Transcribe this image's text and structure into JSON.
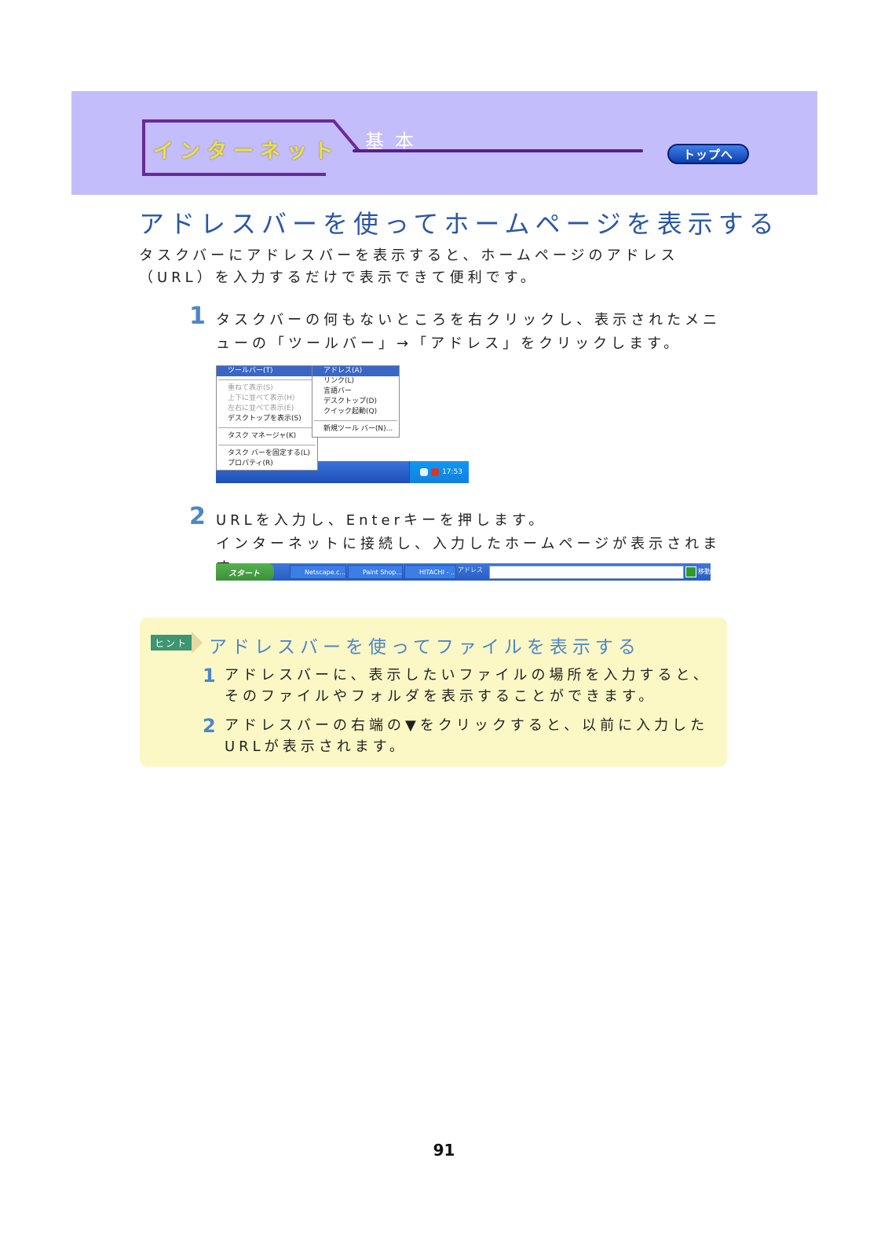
{
  "header": {
    "chapter_title": "インターネット",
    "section_label": "基本",
    "top_button_label": "トップへ"
  },
  "page_title": "アドレスバーを使ってホームページを表示する",
  "intro": "タスクバーにアドレスバーを表示すると、ホームページのアドレス（URL）を入力するだけで表示できて便利です。",
  "steps": [
    {
      "number": "1",
      "text": "タスクバーの何もないところを右クリックし、表示されたメニューの「ツールバー」→「アドレス」をクリックします。"
    },
    {
      "number": "2",
      "text_line1": "URLを入力し、Enterキーを押します。",
      "text_line2": "インターネットに接続し、入力したホームページが表示されます。"
    }
  ],
  "context_menu": {
    "main_items": [
      "ツールバー(T)",
      "重ねて表示(S)",
      "上下に並べて表示(H)",
      "左右に並べて表示(E)",
      "デスクトップを表示(S)",
      "タスク マネージャ(K)",
      "タスク バーを固定する(L)",
      "プロパティ(R)"
    ],
    "sub_items": [
      "アドレス(A)",
      "リンク(L)",
      "言語バー",
      "デスクトップ(D)",
      "クイック起動(Q)",
      "新規ツール バー(N)..."
    ],
    "clock": "17:53"
  },
  "taskbar": {
    "start_label": "スタート",
    "tasks": [
      "Netscape.c...",
      "Paint Shop...",
      "HITACHI - ..."
    ],
    "address_label": "アドレス",
    "go_label": "移動"
  },
  "hint": {
    "badge": "ヒント",
    "title": "アドレスバーを使ってファイルを表示する",
    "items": [
      {
        "number": "1",
        "text": "アドレスバーに、表示したいファイルの場所を入力すると、そのファイルやフォルダを表示することができます。"
      },
      {
        "number": "2",
        "text": "アドレスバーの右端の▼をクリックすると、以前に入力したURLが表示されます。"
      }
    ]
  },
  "page_number": "91",
  "colors": {
    "header_band": "#c3bdfc",
    "title_blue": "#2a56a8",
    "step_blue": "#4d86c8",
    "hint_bg": "#fbf8c6",
    "hint_badge": "#3d9572"
  }
}
